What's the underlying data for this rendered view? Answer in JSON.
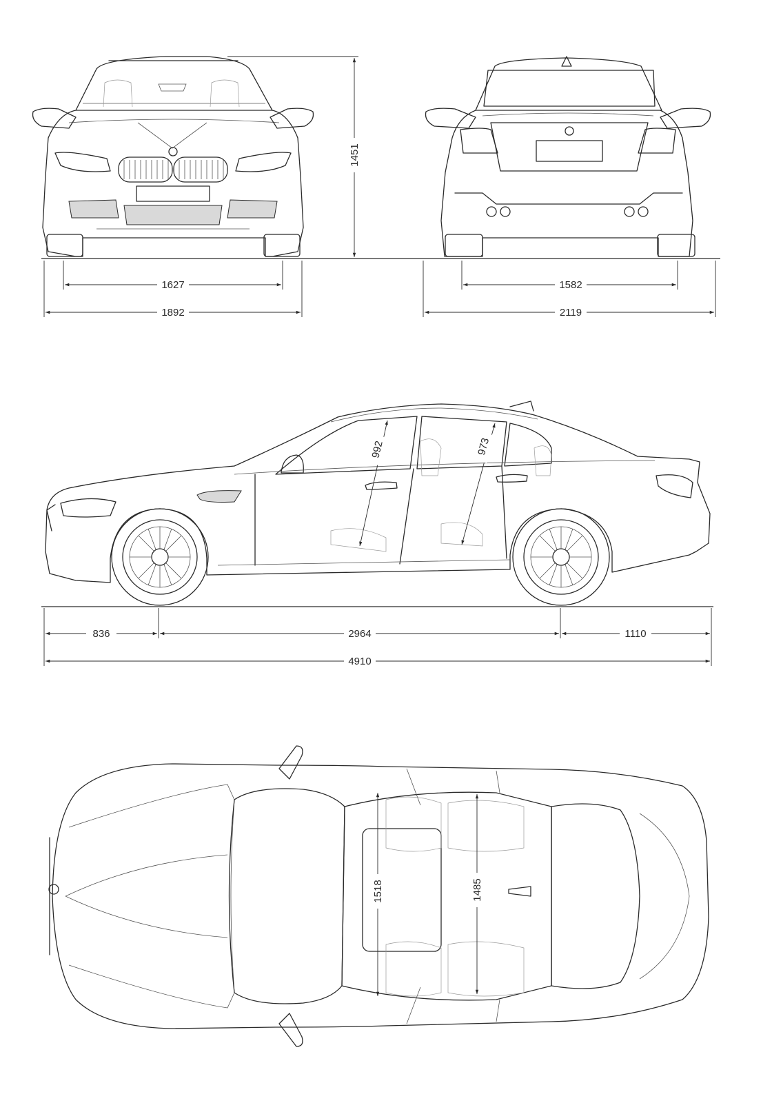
{
  "dimensions": {
    "front_track": "1627",
    "front_width": "1892",
    "height": "1451",
    "rear_track": "1582",
    "rear_width_mirrors": "2119",
    "front_overhang": "836",
    "wheelbase": "2964",
    "rear_overhang": "1110",
    "length": "4910",
    "front_headroom": "992",
    "rear_headroom": "973",
    "front_shoulder_width": "1518",
    "rear_shoulder_width": "1485"
  },
  "colors": {
    "line": "#2b2b2b",
    "background": "#ffffff"
  }
}
